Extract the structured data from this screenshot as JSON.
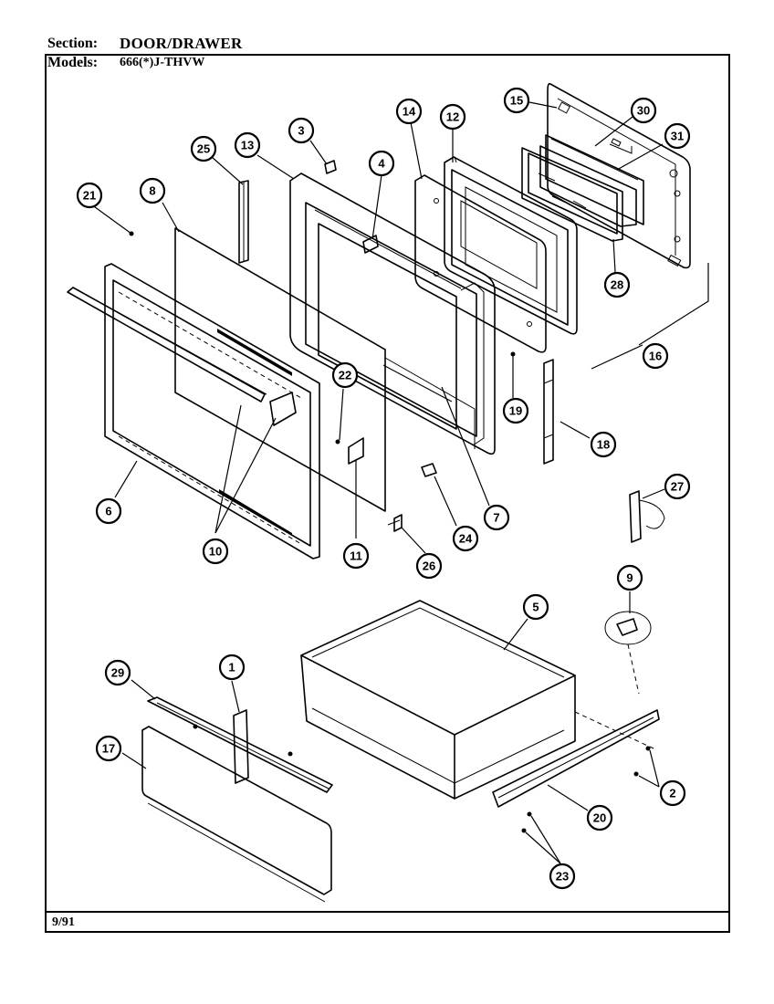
{
  "header": {
    "section_label": "Section:",
    "section_value": "DOOR/DRAWER",
    "models_label": "Models:",
    "models_value": "666(*)J-THVW"
  },
  "footer": {
    "date_code": "9/91"
  },
  "callouts": [
    {
      "id": "c1",
      "label": "1"
    },
    {
      "id": "c2",
      "label": "2"
    },
    {
      "id": "c3",
      "label": "3"
    },
    {
      "id": "c4",
      "label": "4"
    },
    {
      "id": "c5",
      "label": "5"
    },
    {
      "id": "c6",
      "label": "6"
    },
    {
      "id": "c7",
      "label": "7"
    },
    {
      "id": "c8",
      "label": "8"
    },
    {
      "id": "c9",
      "label": "9"
    },
    {
      "id": "c10",
      "label": "10"
    },
    {
      "id": "c11",
      "label": "11"
    },
    {
      "id": "c12",
      "label": "12"
    },
    {
      "id": "c13",
      "label": "13"
    },
    {
      "id": "c14",
      "label": "14"
    },
    {
      "id": "c15",
      "label": "15"
    },
    {
      "id": "c16",
      "label": "16"
    },
    {
      "id": "c17",
      "label": "17"
    },
    {
      "id": "c18",
      "label": "18"
    },
    {
      "id": "c19",
      "label": "19"
    },
    {
      "id": "c20",
      "label": "20"
    },
    {
      "id": "c21",
      "label": "21"
    },
    {
      "id": "c22",
      "label": "22"
    },
    {
      "id": "c23",
      "label": "23"
    },
    {
      "id": "c24",
      "label": "24"
    },
    {
      "id": "c25",
      "label": "25"
    },
    {
      "id": "c26",
      "label": "26"
    },
    {
      "id": "c27",
      "label": "27"
    },
    {
      "id": "c28",
      "label": "28"
    },
    {
      "id": "c29",
      "label": "29"
    },
    {
      "id": "c30",
      "label": "30"
    },
    {
      "id": "c31",
      "label": "31"
    }
  ]
}
